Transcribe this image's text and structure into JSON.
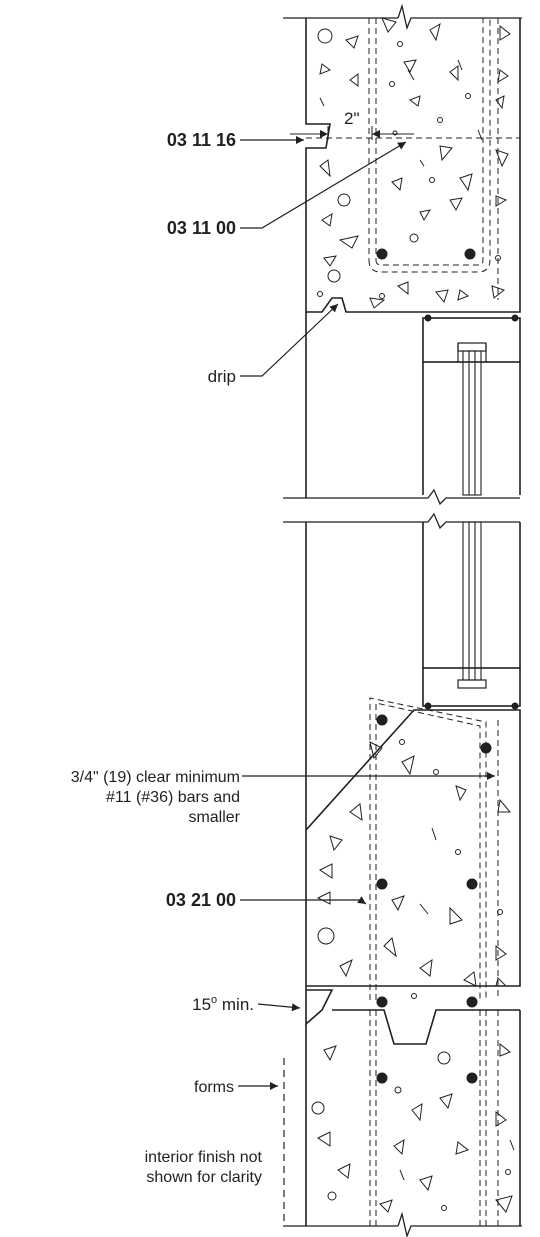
{
  "labels": {
    "upper_section_code": "03 11 16",
    "upper_beam_code": "03 11 00",
    "dimension_2in": "2\"",
    "drip": "drip",
    "clear_min_line1": "3/4\" (19) clear minimum",
    "clear_min_line2": "#11 (#36) bars and",
    "clear_min_line3": "smaller",
    "sill_code": "03 21 00",
    "angle_main": "15",
    "angle_degree": "o",
    "angle_suffix": " min.",
    "forms": "forms",
    "interior_line1": "interior finish not",
    "interior_line2": "shown for clarity"
  },
  "colors": {
    "ink": "#231f20",
    "background": "#ffffff"
  }
}
